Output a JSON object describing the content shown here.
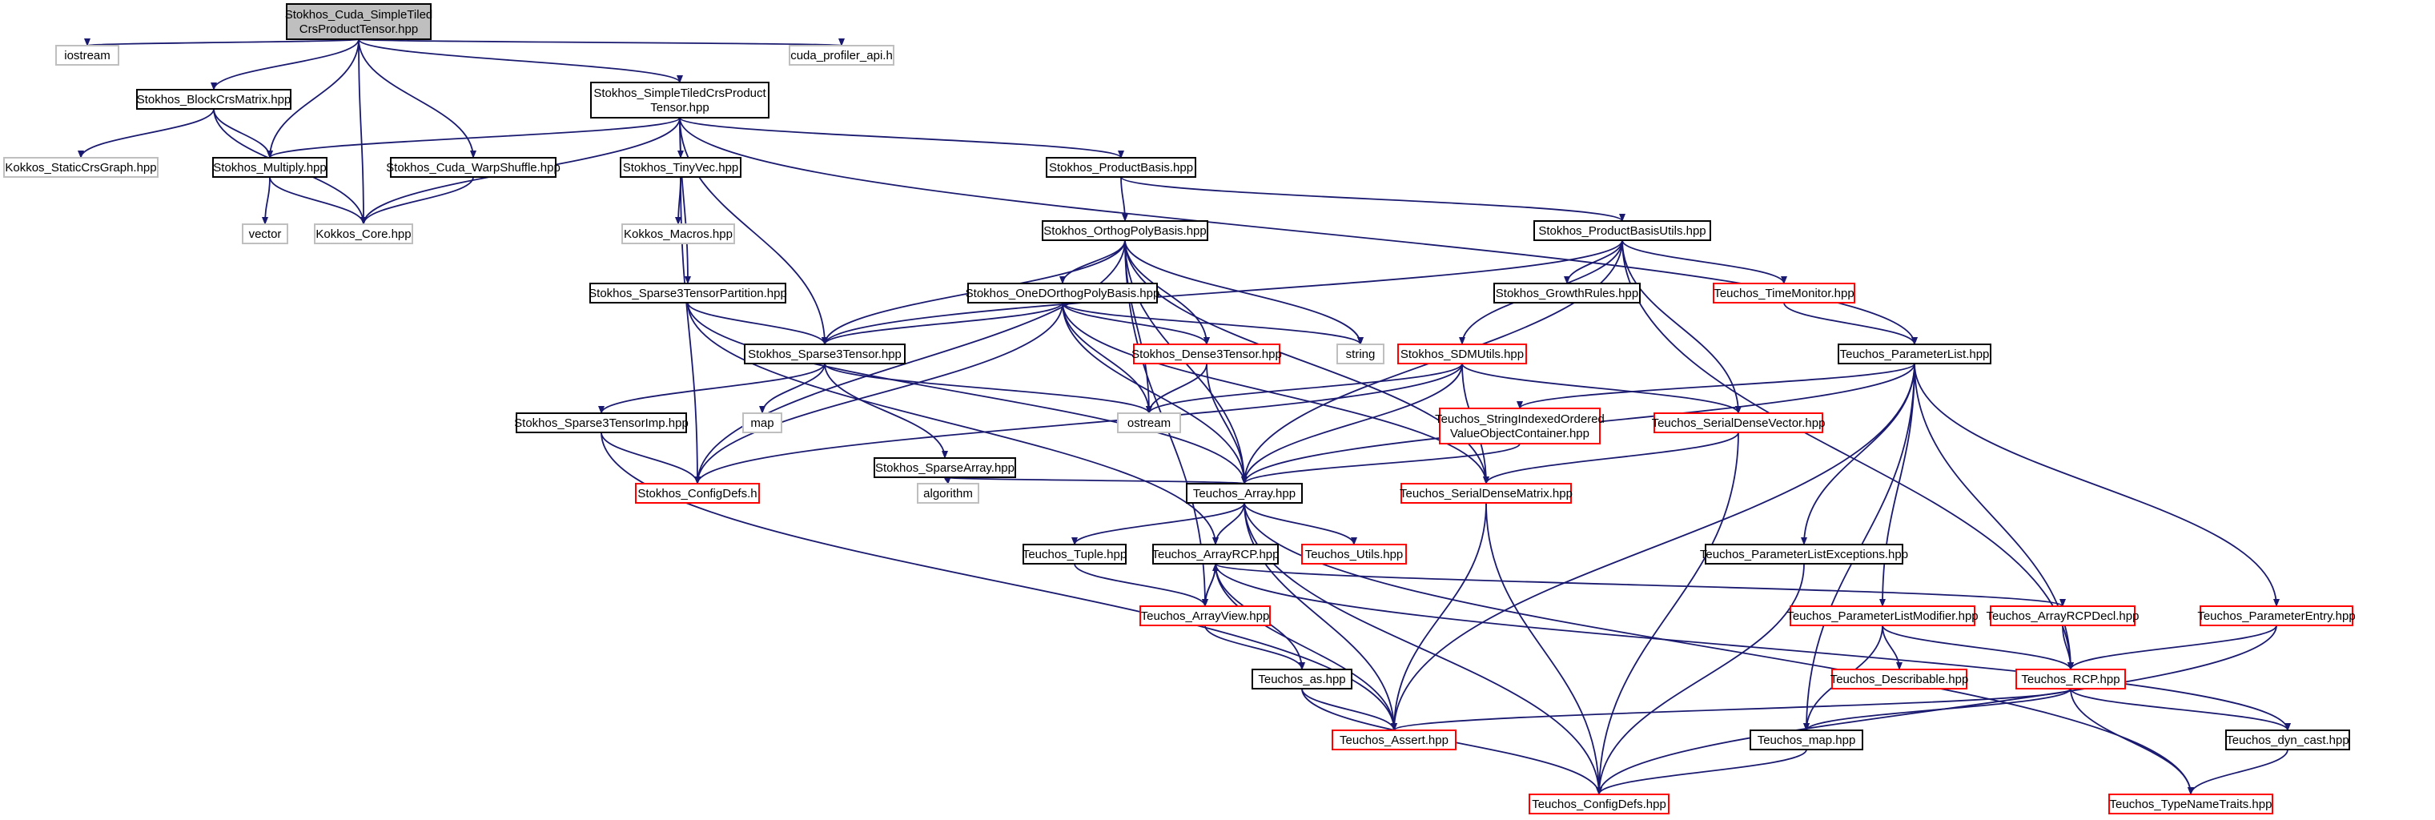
{
  "colors": {
    "edge": "#191970",
    "root_fill": "#bfbfbf",
    "root_border": "#000000",
    "normal_border": "#000000",
    "red_border": "#ff0000",
    "gray_border": "#bfbfbf",
    "text": "#000000"
  },
  "nodes": [
    {
      "id": "root",
      "lines": [
        "Stokhos_Cuda_SimpleTiled",
        "CrsProductTensor.hpp"
      ],
      "style": "root"
    },
    {
      "id": "iostream",
      "lines": [
        "iostream"
      ],
      "style": "gray"
    },
    {
      "id": "blockcrs",
      "lines": [
        "Stokhos_BlockCrsMatrix.hpp"
      ],
      "style": "normal"
    },
    {
      "id": "simpletiled",
      "lines": [
        "Stokhos_SimpleTiledCrsProduct",
        "Tensor.hpp"
      ],
      "style": "normal"
    },
    {
      "id": "cudaprof",
      "lines": [
        "cuda_profiler_api.h"
      ],
      "style": "gray"
    },
    {
      "id": "kstaticcrs",
      "lines": [
        "Kokkos_StaticCrsGraph.hpp"
      ],
      "style": "gray"
    },
    {
      "id": "multiply",
      "lines": [
        "Stokhos_Multiply.hpp"
      ],
      "style": "normal"
    },
    {
      "id": "warpshuffle",
      "lines": [
        "Stokhos_Cuda_WarpShuffle.hpp"
      ],
      "style": "normal"
    },
    {
      "id": "tinyvec",
      "lines": [
        "Stokhos_TinyVec.hpp"
      ],
      "style": "normal"
    },
    {
      "id": "prodbasis",
      "lines": [
        "Stokhos_ProductBasis.hpp"
      ],
      "style": "normal"
    },
    {
      "id": "vector",
      "lines": [
        "vector"
      ],
      "style": "gray"
    },
    {
      "id": "kcore",
      "lines": [
        "Kokkos_Core.hpp"
      ],
      "style": "gray"
    },
    {
      "id": "kmacros",
      "lines": [
        "Kokkos_Macros.hpp"
      ],
      "style": "gray"
    },
    {
      "id": "orthopoly",
      "lines": [
        "Stokhos_OrthogPolyBasis.hpp"
      ],
      "style": "normal"
    },
    {
      "id": "prodbasisutils",
      "lines": [
        "Stokhos_ProductBasisUtils.hpp"
      ],
      "style": "normal"
    },
    {
      "id": "sp3part",
      "lines": [
        "Stokhos_Sparse3TensorPartition.hpp"
      ],
      "style": "normal"
    },
    {
      "id": "oned",
      "lines": [
        "Stokhos_OneDOrthogPolyBasis.hpp"
      ],
      "style": "normal"
    },
    {
      "id": "growth",
      "lines": [
        "Stokhos_GrowthRules.hpp"
      ],
      "style": "normal"
    },
    {
      "id": "timemon",
      "lines": [
        "Teuchos_TimeMonitor.hpp"
      ],
      "style": "red"
    },
    {
      "id": "sp3",
      "lines": [
        "Stokhos_Sparse3Tensor.hpp"
      ],
      "style": "normal"
    },
    {
      "id": "dense3",
      "lines": [
        "Stokhos_Dense3Tensor.hpp"
      ],
      "style": "red"
    },
    {
      "id": "string",
      "lines": [
        "string"
      ],
      "style": "gray"
    },
    {
      "id": "sdmutils",
      "lines": [
        "Stokhos_SDMUtils.hpp"
      ],
      "style": "red"
    },
    {
      "id": "paramlist",
      "lines": [
        "Teuchos_ParameterList.hpp"
      ],
      "style": "normal"
    },
    {
      "id": "map",
      "lines": [
        "map"
      ],
      "style": "gray"
    },
    {
      "id": "ostream",
      "lines": [
        "ostream"
      ],
      "style": "gray"
    },
    {
      "id": "stringindexed",
      "lines": [
        "Teuchos_StringIndexedOrdered",
        "ValueObjectContainer.hpp"
      ],
      "style": "red"
    },
    {
      "id": "serialvec",
      "lines": [
        "Teuchos_SerialDenseVector.hpp"
      ],
      "style": "red"
    },
    {
      "id": "sp3imp",
      "lines": [
        "Stokhos_Sparse3TensorImp.hpp"
      ],
      "style": "normal"
    },
    {
      "id": "sparsearray",
      "lines": [
        "Stokhos_SparseArray.hpp"
      ],
      "style": "normal"
    },
    {
      "id": "configdefsh",
      "lines": [
        "Stokhos_ConfigDefs.h"
      ],
      "style": "red"
    },
    {
      "id": "algorithm",
      "lines": [
        "algorithm"
      ],
      "style": "gray"
    },
    {
      "id": "tarray",
      "lines": [
        "Teuchos_Array.hpp"
      ],
      "style": "normal"
    },
    {
      "id": "serialmat",
      "lines": [
        "Teuchos_SerialDenseMatrix.hpp"
      ],
      "style": "red"
    },
    {
      "id": "tuple",
      "lines": [
        "Teuchos_Tuple.hpp"
      ],
      "style": "normal"
    },
    {
      "id": "arrayrcp",
      "lines": [
        "Teuchos_ArrayRCP.hpp"
      ],
      "style": "normal"
    },
    {
      "id": "tutils",
      "lines": [
        "Teuchos_Utils.hpp"
      ],
      "style": "red"
    },
    {
      "id": "plexceptions",
      "lines": [
        "Teuchos_ParameterListExceptions.hpp"
      ],
      "style": "normal"
    },
    {
      "id": "arrayview",
      "lines": [
        "Teuchos_ArrayView.hpp"
      ],
      "style": "red"
    },
    {
      "id": "plmodifier",
      "lines": [
        "Teuchos_ParameterListModifier.hpp"
      ],
      "style": "red"
    },
    {
      "id": "arrayrcpdecl",
      "lines": [
        "Teuchos_ArrayRCPDecl.hpp"
      ],
      "style": "red"
    },
    {
      "id": "paramentry",
      "lines": [
        "Teuchos_ParameterEntry.hpp"
      ],
      "style": "red"
    },
    {
      "id": "tas",
      "lines": [
        "Teuchos_as.hpp"
      ],
      "style": "normal"
    },
    {
      "id": "describable",
      "lines": [
        "Teuchos_Describable.hpp"
      ],
      "style": "red"
    },
    {
      "id": "rcp",
      "lines": [
        "Teuchos_RCP.hpp"
      ],
      "style": "red"
    },
    {
      "id": "tassert",
      "lines": [
        "Teuchos_Assert.hpp"
      ],
      "style": "red"
    },
    {
      "id": "tmap",
      "lines": [
        "Teuchos_map.hpp"
      ],
      "style": "normal"
    },
    {
      "id": "dyncast",
      "lines": [
        "Teuchos_dyn_cast.hpp"
      ],
      "style": "normal"
    },
    {
      "id": "tconfigdefs",
      "lines": [
        "Teuchos_ConfigDefs.hpp"
      ],
      "style": "red"
    },
    {
      "id": "typename",
      "lines": [
        "Teuchos_TypeNameTraits.hpp"
      ],
      "style": "red"
    }
  ],
  "edges": [
    [
      "root",
      "iostream"
    ],
    [
      "root",
      "blockcrs"
    ],
    [
      "root",
      "simpletiled"
    ],
    [
      "root",
      "cudaprof"
    ],
    [
      "root",
      "multiply"
    ],
    [
      "root",
      "warpshuffle"
    ],
    [
      "root",
      "kcore"
    ],
    [
      "blockcrs",
      "kstaticcrs"
    ],
    [
      "blockcrs",
      "multiply"
    ],
    [
      "blockcrs",
      "kcore"
    ],
    [
      "multiply",
      "vector"
    ],
    [
      "multiply",
      "kcore"
    ],
    [
      "warpshuffle",
      "kcore"
    ],
    [
      "simpletiled",
      "multiply"
    ],
    [
      "simpletiled",
      "kcore"
    ],
    [
      "simpletiled",
      "tinyvec"
    ],
    [
      "simpletiled",
      "prodbasis"
    ],
    [
      "simpletiled",
      "sp3part"
    ],
    [
      "simpletiled",
      "sp3"
    ],
    [
      "simpletiled",
      "paramlist"
    ],
    [
      "tinyvec",
      "kmacros"
    ],
    [
      "tinyvec",
      "configdefsh"
    ],
    [
      "prodbasis",
      "orthopoly"
    ],
    [
      "prodbasis",
      "prodbasisutils"
    ],
    [
      "orthopoly",
      "oned"
    ],
    [
      "orthopoly",
      "sp3"
    ],
    [
      "orthopoly",
      "dense3"
    ],
    [
      "orthopoly",
      "string"
    ],
    [
      "orthopoly",
      "ostream"
    ],
    [
      "orthopoly",
      "tarray"
    ],
    [
      "orthopoly",
      "serialmat"
    ],
    [
      "orthopoly",
      "configdefsh"
    ],
    [
      "orthopoly",
      "arrayview"
    ],
    [
      "prodbasisutils",
      "growth"
    ],
    [
      "prodbasisutils",
      "timemon"
    ],
    [
      "prodbasisutils",
      "sdmutils"
    ],
    [
      "prodbasisutils",
      "sp3"
    ],
    [
      "prodbasisutils",
      "tarray"
    ],
    [
      "prodbasisutils",
      "serialvec"
    ],
    [
      "prodbasisutils",
      "rcp"
    ],
    [
      "sp3part",
      "sp3"
    ],
    [
      "sp3part",
      "tarray"
    ],
    [
      "sp3part",
      "arrayrcp"
    ],
    [
      "oned",
      "sp3"
    ],
    [
      "oned",
      "dense3"
    ],
    [
      "oned",
      "string"
    ],
    [
      "oned",
      "ostream"
    ],
    [
      "oned",
      "tarray"
    ],
    [
      "oned",
      "serialmat"
    ],
    [
      "oned",
      "configdefsh"
    ],
    [
      "timemon",
      "paramlist"
    ],
    [
      "sp3",
      "sp3imp"
    ],
    [
      "sp3",
      "map"
    ],
    [
      "sp3",
      "ostream"
    ],
    [
      "sp3",
      "sparsearray"
    ],
    [
      "dense3",
      "ostream"
    ],
    [
      "dense3",
      "tarray"
    ],
    [
      "sdmutils",
      "ostream"
    ],
    [
      "sdmutils",
      "configdefsh"
    ],
    [
      "sdmutils",
      "serialvec"
    ],
    [
      "sdmutils",
      "serialmat"
    ],
    [
      "sdmutils",
      "tarray"
    ],
    [
      "paramlist",
      "stringindexed"
    ],
    [
      "paramlist",
      "tarray"
    ],
    [
      "paramlist",
      "plexceptions"
    ],
    [
      "paramlist",
      "plmodifier"
    ],
    [
      "paramlist",
      "paramentry"
    ],
    [
      "paramlist",
      "rcp"
    ],
    [
      "paramlist",
      "tassert"
    ],
    [
      "paramlist",
      "tmap"
    ],
    [
      "stringindexed",
      "tarray"
    ],
    [
      "serialvec",
      "serialmat"
    ],
    [
      "serialvec",
      "tconfigdefs"
    ],
    [
      "sp3imp",
      "configdefsh"
    ],
    [
      "sp3imp",
      "tassert"
    ],
    [
      "sparsearray",
      "algorithm"
    ],
    [
      "sparsearray",
      "tarray"
    ],
    [
      "tarray",
      "tuple"
    ],
    [
      "tarray",
      "arrayrcp"
    ],
    [
      "tarray",
      "tutils"
    ],
    [
      "tarray",
      "tassert"
    ],
    [
      "tarray",
      "tconfigdefs"
    ],
    [
      "tarray",
      "typename"
    ],
    [
      "serialmat",
      "tassert"
    ],
    [
      "serialmat",
      "tconfigdefs"
    ],
    [
      "tuple",
      "arrayview"
    ],
    [
      "arrayrcp",
      "arrayview"
    ],
    [
      "arrayrcp",
      "tas"
    ],
    [
      "arrayrcp",
      "tassert"
    ],
    [
      "arrayrcp",
      "arrayrcpdecl"
    ],
    [
      "arrayrcp",
      "dyncast"
    ],
    [
      "arrayview",
      "arrayrcp"
    ],
    [
      "arrayview",
      "tas"
    ],
    [
      "plexceptions",
      "tconfigdefs"
    ],
    [
      "plmodifier",
      "describable"
    ],
    [
      "plmodifier",
      "rcp"
    ],
    [
      "plmodifier",
      "tmap"
    ],
    [
      "arrayrcpdecl",
      "rcp"
    ],
    [
      "paramentry",
      "rcp"
    ],
    [
      "paramentry",
      "tconfigdefs"
    ],
    [
      "tas",
      "tassert"
    ],
    [
      "tas",
      "tconfigdefs"
    ],
    [
      "rcp",
      "tassert"
    ],
    [
      "rcp",
      "tmap"
    ],
    [
      "rcp",
      "dyncast"
    ],
    [
      "rcp",
      "typename"
    ],
    [
      "tmap",
      "tconfigdefs"
    ],
    [
      "dyncast",
      "typename"
    ]
  ]
}
